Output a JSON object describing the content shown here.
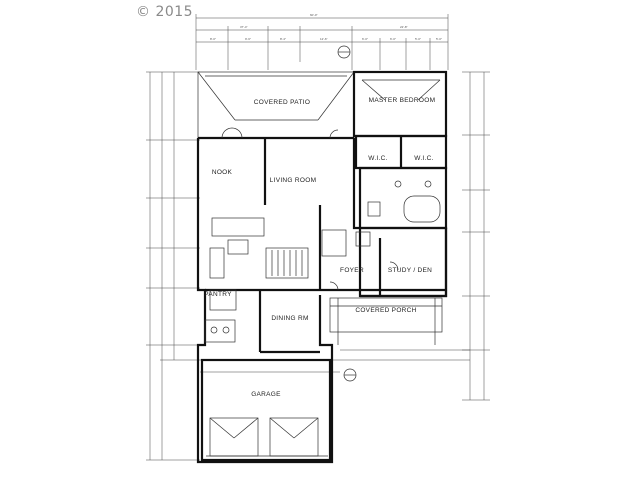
{
  "copyright": "© 2015",
  "rooms": {
    "covered_patio": "COVERED PATIO",
    "master_bedroom": "MASTER BEDROOM",
    "wic_1": "W.I.C.",
    "wic_2": "W.I.C.",
    "nook": "NOOK",
    "living_room": "LIVING ROOM",
    "foyer": "FOYER",
    "study_den": "STUDY / DEN",
    "covered_porch": "COVERED PORCH",
    "dining_rm": "DINING RM",
    "garage": "GARAGE",
    "pantry": "PANTRY"
  }
}
